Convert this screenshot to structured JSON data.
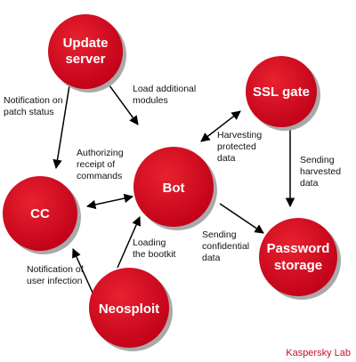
{
  "diagram": {
    "nodes": {
      "update_server": {
        "lines": [
          "Update",
          "server"
        ]
      },
      "ssl_gate": {
        "lines": [
          "SSL gate"
        ]
      },
      "cc": {
        "lines": [
          "CC"
        ]
      },
      "bot": {
        "lines": [
          "Bot"
        ]
      },
      "password_storage": {
        "lines": [
          "Password",
          "storage"
        ]
      },
      "neosploit": {
        "lines": [
          "Neosploit"
        ]
      }
    },
    "edges": {
      "notification_patch": [
        "Notification on",
        "patch status"
      ],
      "load_modules": [
        "Load additional",
        "modules"
      ],
      "harvesting": [
        "Harvesting",
        "protected",
        "data"
      ],
      "sending_harvested": [
        "Sending",
        "harvested",
        "data"
      ],
      "authorizing": [
        "Authorizing",
        "receipt of",
        "commands"
      ],
      "loading_bootkit": [
        "Loading",
        "the bootkit"
      ],
      "sending_confidential": [
        "Sending",
        "confidential",
        "data"
      ],
      "notification_infection": [
        "Notification of",
        "user infection"
      ]
    },
    "credit": "Kaspersky Lab",
    "colors": {
      "node_fill": "#d0021b",
      "node_shadow": "#a9a9a9",
      "arrow": "#000000",
      "credit": "#c8102e"
    }
  }
}
